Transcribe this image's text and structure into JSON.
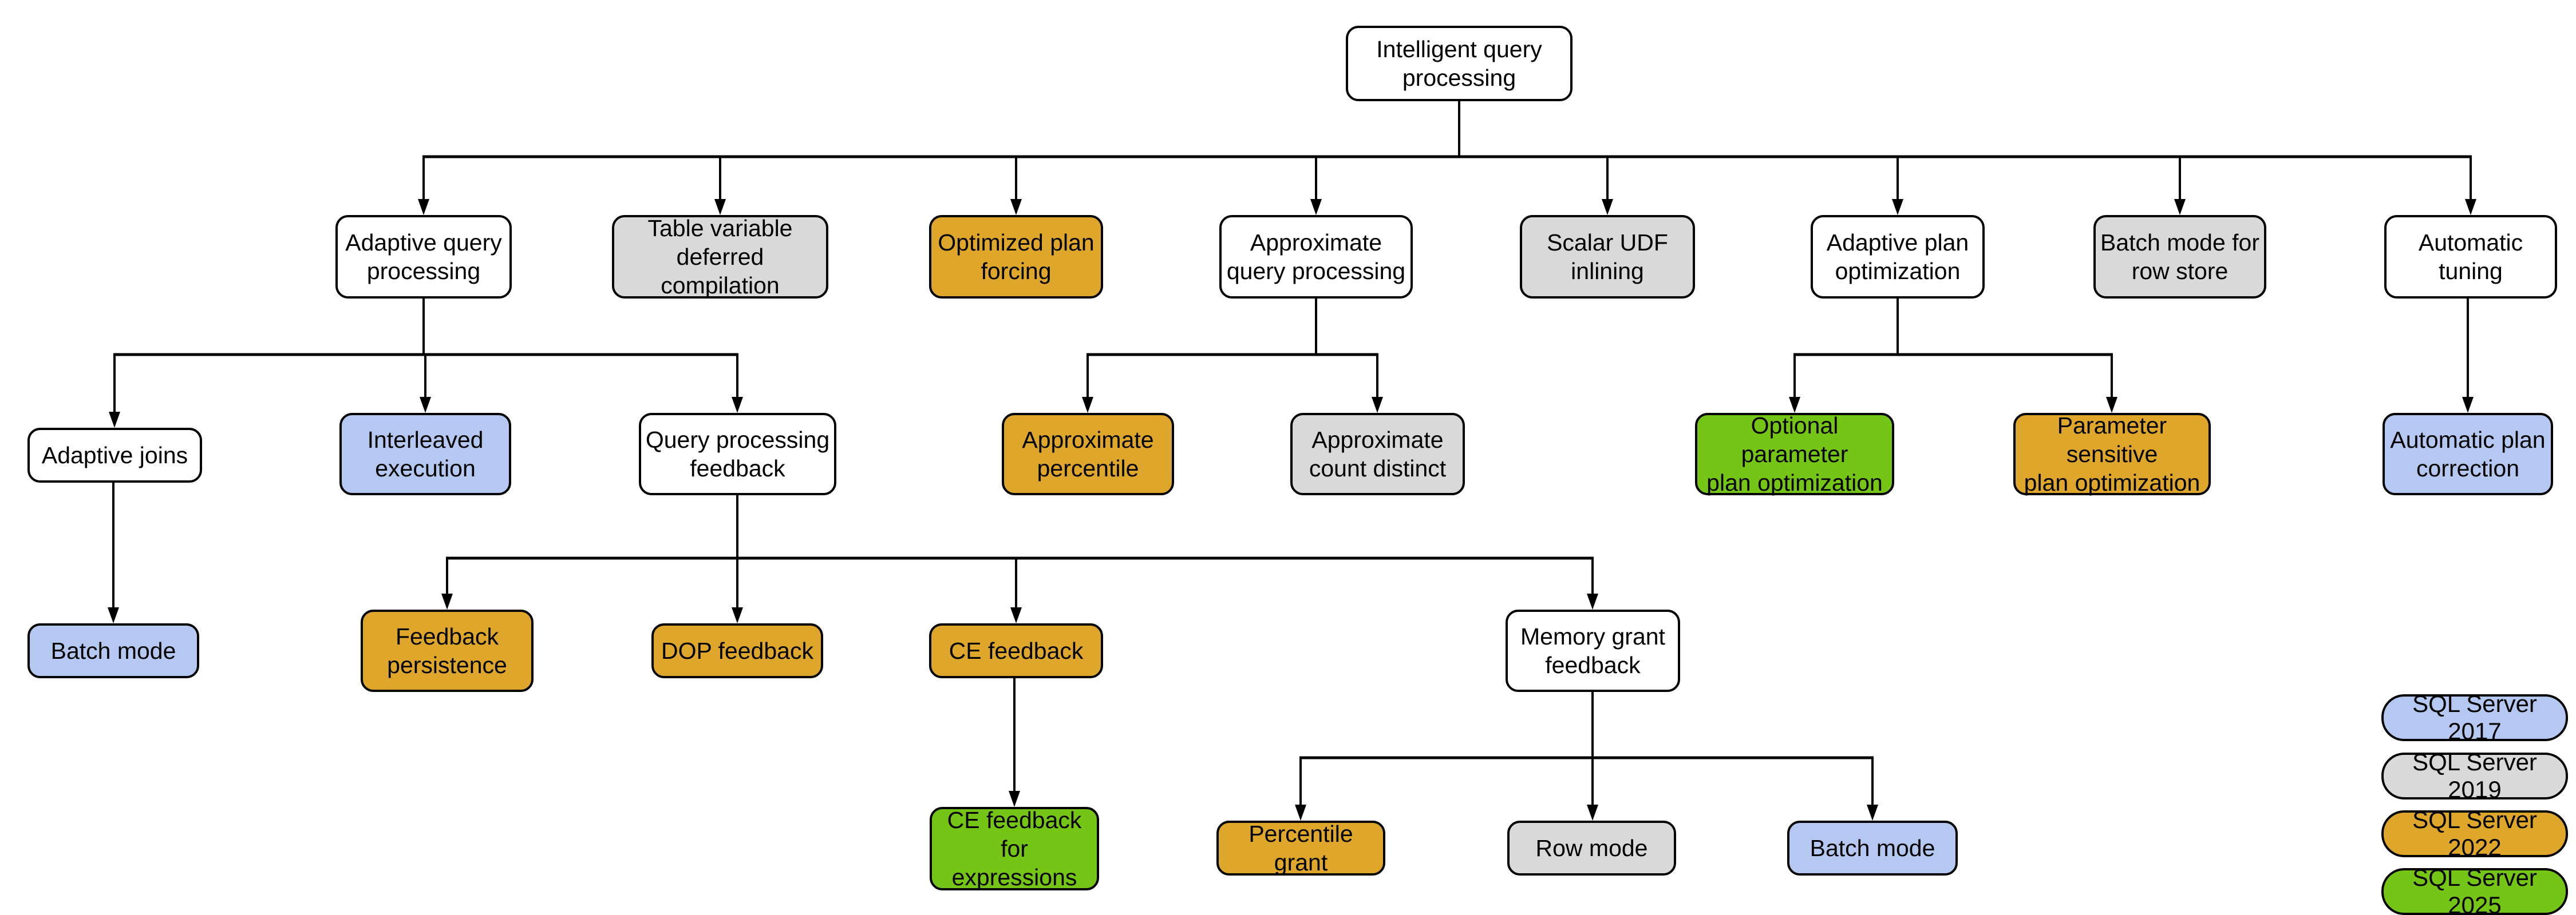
{
  "palette": {
    "base": "#FFFFFF",
    "sql2017": "#B5C8F2",
    "sql2019": "#D9D9D9",
    "sql2022": "#DFA62C",
    "sql2025": "#75C517",
    "border": "#000000",
    "line": "#000000"
  },
  "nodes": [
    {
      "id": "intelligent-query-processing",
      "label": "Intelligent query\nprocessing",
      "version": "base"
    },
    {
      "id": "adaptive-query-processing",
      "label": "Adaptive query\nprocessing",
      "version": "base"
    },
    {
      "id": "table-variable-deferred-compilation",
      "label": "Table variable\ndeferred compilation",
      "version": "sql2019"
    },
    {
      "id": "optimized-plan-forcing",
      "label": "Optimized plan\nforcing",
      "version": "sql2022"
    },
    {
      "id": "approximate-query-processing",
      "label": "Approximate\nquery processing",
      "version": "base"
    },
    {
      "id": "scalar-udf-inlining",
      "label": "Scalar UDF\ninlining",
      "version": "sql2019"
    },
    {
      "id": "adaptive-plan-optimization",
      "label": "Adaptive plan\noptimization",
      "version": "base"
    },
    {
      "id": "batch-mode-for-row-store",
      "label": "Batch mode for\nrow store",
      "version": "sql2019"
    },
    {
      "id": "automatic-tuning",
      "label": "Automatic\ntuning",
      "version": "base"
    },
    {
      "id": "adaptive-joins",
      "label": "Adaptive joins",
      "version": "base"
    },
    {
      "id": "interleaved-execution",
      "label": "Interleaved\nexecution",
      "version": "sql2017"
    },
    {
      "id": "query-processing-feedback",
      "label": "Query processing\nfeedback",
      "version": "base"
    },
    {
      "id": "approximate-percentile",
      "label": "Approximate\npercentile",
      "version": "sql2022"
    },
    {
      "id": "approximate-count-distinct",
      "label": "Approximate\ncount distinct",
      "version": "sql2019"
    },
    {
      "id": "optional-parameter-plan-optimization",
      "label": "Optional parameter\nplan optimization",
      "version": "sql2025"
    },
    {
      "id": "parameter-sensitive-plan-optimization",
      "label": "Parameter sensitive\nplan optimization",
      "version": "sql2022"
    },
    {
      "id": "automatic-plan-correction",
      "label": "Automatic plan\ncorrection",
      "version": "sql2017"
    },
    {
      "id": "batch-mode-adaptive-joins",
      "label": "Batch mode",
      "version": "sql2017"
    },
    {
      "id": "feedback-persistence",
      "label": "Feedback\npersistence",
      "version": "sql2022"
    },
    {
      "id": "dop-feedback",
      "label": "DOP feedback",
      "version": "sql2022"
    },
    {
      "id": "ce-feedback",
      "label": "CE feedback",
      "version": "sql2022"
    },
    {
      "id": "memory-grant-feedback",
      "label": "Memory grant\nfeedback",
      "version": "base"
    },
    {
      "id": "ce-feedback-for-expressions",
      "label": "CE feedback for\nexpressions",
      "version": "sql2025"
    },
    {
      "id": "percentile-grant",
      "label": "Percentile grant",
      "version": "sql2022"
    },
    {
      "id": "row-mode",
      "label": "Row mode",
      "version": "sql2019"
    },
    {
      "id": "batch-mode-memory-grant",
      "label": "Batch mode",
      "version": "sql2017"
    }
  ],
  "legend": {
    "items": [
      {
        "label": "SQL Server 2017",
        "version": "sql2017"
      },
      {
        "label": "SQL Server 2019",
        "version": "sql2019"
      },
      {
        "label": "SQL Server 2022",
        "version": "sql2022"
      },
      {
        "label": "SQL Server 2025",
        "version": "sql2025"
      }
    ]
  }
}
